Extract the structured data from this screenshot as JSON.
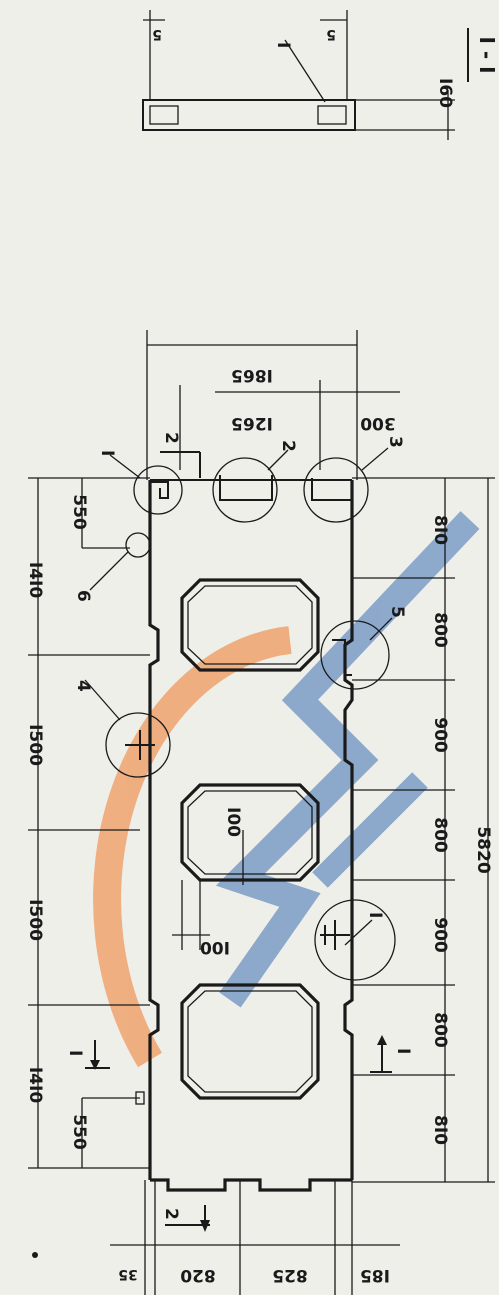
{
  "section_title": "I - I",
  "section_view": {
    "dim_width": "I60",
    "dim_top_left": "5",
    "dim_top_right": "5",
    "callout": "I"
  },
  "right_dims": {
    "total_length": "5820",
    "segments": [
      "8I0",
      "800",
      "900",
      "800",
      "900",
      "800",
      "8I0"
    ]
  },
  "left_dims": {
    "segments": [
      "I4I0",
      "I500",
      "I500",
      "I4I0"
    ],
    "offset_top": "550",
    "offset_bottom": "550"
  },
  "bottom_dims": [
    "35",
    "820",
    "825",
    "I85"
  ],
  "top_dims": {
    "overall": "I865",
    "inner": "I265",
    "side": "300"
  },
  "opening_dims": {
    "width": "I00",
    "corner": "I00"
  },
  "callouts": {
    "c1_top": "I",
    "c2_top": "2",
    "c2_mid": "2",
    "c3": "3",
    "c4": "4",
    "c5": "5",
    "c6": "6",
    "c1_right": "I",
    "section_left": "I",
    "section_right": "I",
    "c2_bottom": "2"
  }
}
